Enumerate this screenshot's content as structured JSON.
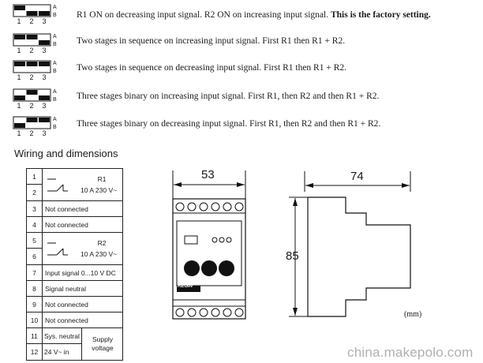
{
  "settings": [
    {
      "switches": [
        "up",
        "down",
        "down"
      ],
      "description": "R1 ON on decreasing input signal. R2 ON on increasing input signal.",
      "emphasis": "This is the factory setting."
    },
    {
      "switches": [
        "up",
        "up",
        "down"
      ],
      "description": "Two stages in sequence on increasing input signal. First R1 then R1 + R2.",
      "emphasis": ""
    },
    {
      "switches": [
        "up",
        "up",
        "up"
      ],
      "description": "Two stages in sequence on decreasing input signal. First R1 then R1 + R2.",
      "emphasis": ""
    },
    {
      "switches": [
        "down",
        "up",
        "down"
      ],
      "description": "Three stages binary on increasing input signal. First R1, then R2 and then R1 + R2.",
      "emphasis": ""
    },
    {
      "switches": [
        "down",
        "up",
        "up"
      ],
      "description": "Three stages binary on decreasing input signal. First R1, then R2 and then R1 + R2.",
      "emphasis": ""
    }
  ],
  "dip_labels": {
    "a": "A",
    "b": "B",
    "n1": "1",
    "n2": "2",
    "n3": "3"
  },
  "section_title": "Wiring and dimensions",
  "wiring": {
    "r1": {
      "n1": "1",
      "n2": "2",
      "name": "R1",
      "rating": "10 A 230 V~"
    },
    "rows_a": [
      {
        "num": "3",
        "label": "Not connected"
      },
      {
        "num": "4",
        "label": "Not connected"
      }
    ],
    "r2": {
      "n1": "5",
      "n2": "6",
      "name": "R2",
      "rating": "10 A 230 V~"
    },
    "rows_b": [
      {
        "num": "7",
        "label": "Input signal 0...10 V DC"
      },
      {
        "num": "8",
        "label": "Signal neutral"
      },
      {
        "num": "9",
        "label": "Not connected"
      },
      {
        "num": "10",
        "label": "Not connected"
      }
    ],
    "supply": {
      "n11": "11",
      "n12": "12",
      "sys": "Sys. neutral",
      "in": "24 V~ in",
      "label_line1": "Supply",
      "label_line2": "voltage"
    }
  },
  "dimensions": {
    "width": "53",
    "depth": "74",
    "height": "85",
    "unit": "(mm)",
    "brand": "REGIN"
  },
  "watermark": "china.makepolo.com"
}
